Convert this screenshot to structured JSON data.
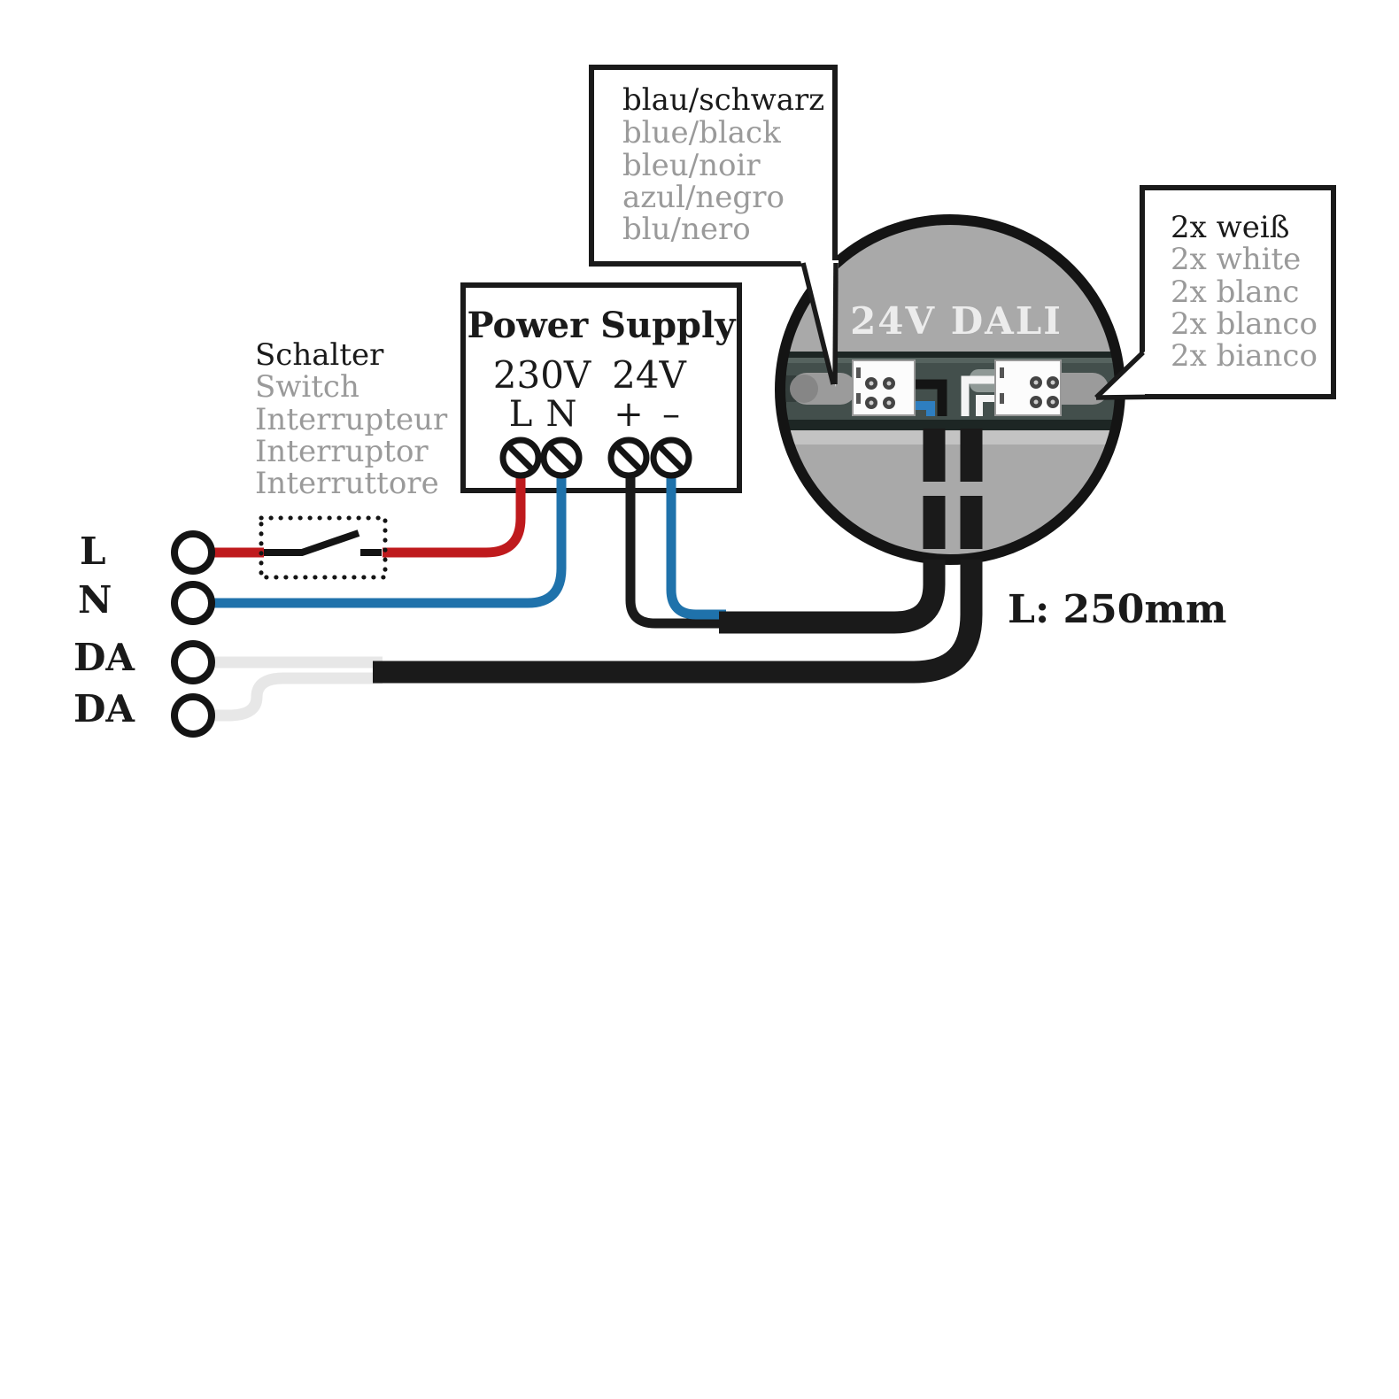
{
  "callout_top": {
    "lines": [
      "blau/schwarz",
      "blue/black",
      "bleu/noir",
      "azul/negro",
      "blu/nero"
    ]
  },
  "callout_right": {
    "lines": [
      "2x weiß",
      "2x white",
      "2x blanc",
      "2x blanco",
      "2x bianco"
    ]
  },
  "switch_block": {
    "lines": [
      "Schalter",
      "Switch",
      "Interrupteur",
      "Interruptor",
      "Interruttore"
    ]
  },
  "power_supply": {
    "title": "Power Supply",
    "input_voltage": "230V",
    "output_voltage": "24V",
    "terminal_labels": [
      "L",
      "N",
      "+",
      "–"
    ]
  },
  "device": {
    "label": "24V DALI"
  },
  "cable": {
    "length_label": "L: 250mm"
  },
  "input_terminals": {
    "labels": [
      "L",
      "N",
      "DA",
      "DA"
    ]
  },
  "colors": {
    "live": "#bf1a1d",
    "neutral": "#1f72ab",
    "dali_white": "#e7e7e7",
    "cable_black": "#1a1a1a",
    "device_gray": "#a9a9a9",
    "rail_dark": "#1d2624",
    "rail_inner": "#434f4c",
    "text_gray": "#9a9a9a",
    "text_black": "#1a1a1a"
  }
}
